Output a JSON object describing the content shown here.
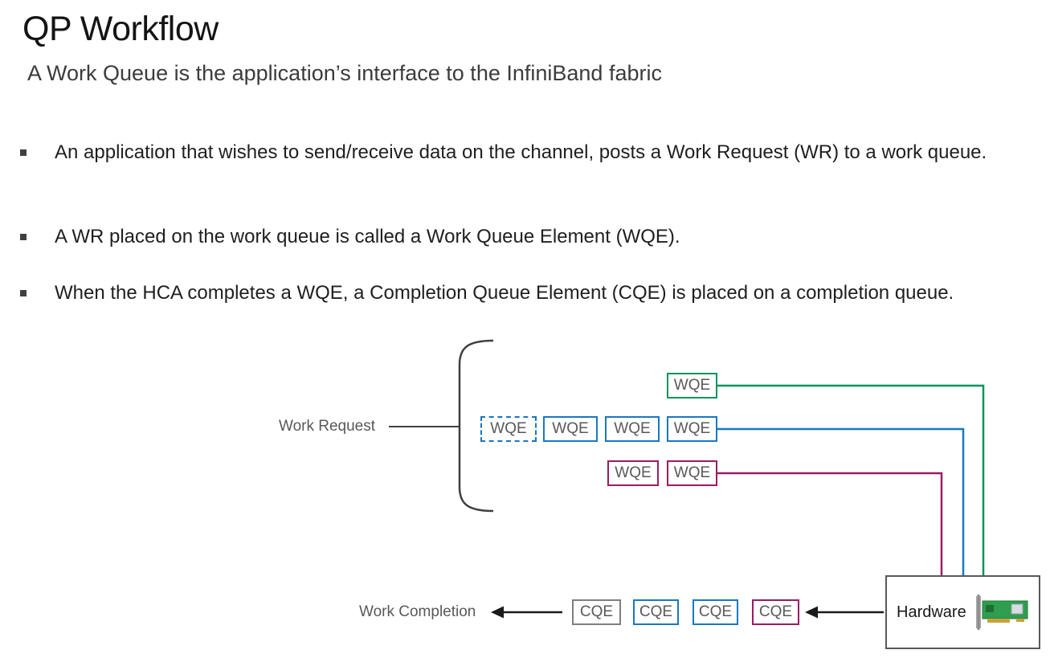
{
  "slide": {
    "title": "QP Workflow",
    "subtitle": "A Work Queue is the application’s interface to the InfiniBand fabric",
    "bullets": [
      "An application that wishes to send/receive data on the channel, posts a Work Request (WR) to a work queue.",
      "A WR placed on the work queue is called a Work Queue Element (WQE).",
      "When the HCA completes a WQE, a Completion Queue Element (CQE) is placed on a completion queue."
    ]
  },
  "diagram": {
    "work_request_label": "Work Request",
    "work_completion_label": "Work Completion",
    "hardware_label": "Hardware",
    "wqe_label": "WQE",
    "cqe_label": "CQE",
    "colors": {
      "green": "#00945e",
      "blue": "#1878c2",
      "purple": "#9c1b62",
      "gray": "#7f7f7f",
      "line": "#1a1a1a"
    }
  }
}
